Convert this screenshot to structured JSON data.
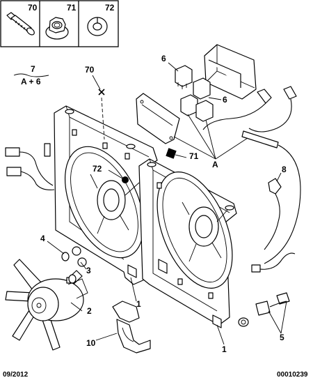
{
  "header_parts": [
    {
      "ref": "70",
      "icon": "bolt-icon"
    },
    {
      "ref": "71",
      "icon": "flange-nut-icon"
    },
    {
      "ref": "72",
      "icon": "washer-icon"
    }
  ],
  "group_ref": {
    "number": "7",
    "formula": "A + 6"
  },
  "callouts": {
    "c70": "70",
    "c6a": "6",
    "c6b": "6",
    "c71": "71",
    "cA": "A",
    "c72": "72",
    "c8": "8",
    "c4": "4",
    "c3": "3",
    "c2": "2",
    "c1a": "1",
    "c1b": "1",
    "c10": "10",
    "c5": "5"
  },
  "footer": {
    "date": "09/2012",
    "code": "00010239"
  },
  "colors": {
    "line": "#000000",
    "background": "#ffffff"
  }
}
